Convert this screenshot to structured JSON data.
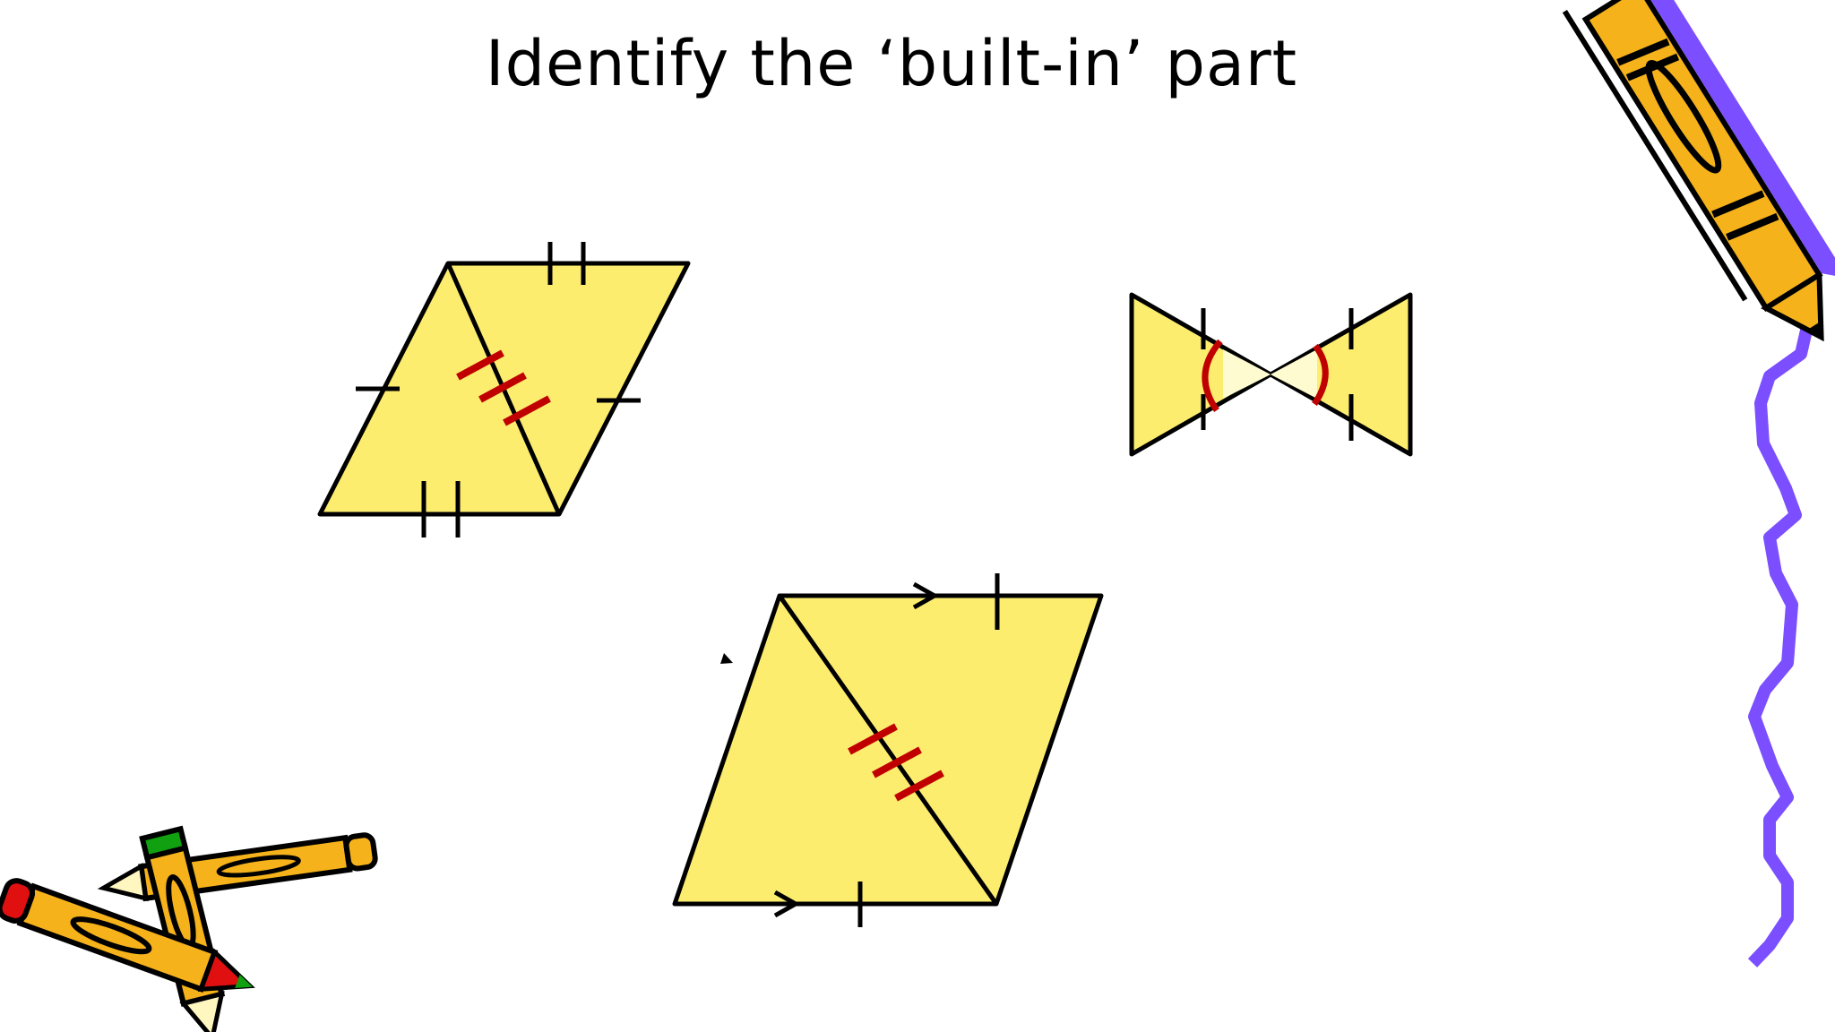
{
  "slide": {
    "title": "Identify the ‘built-in’ part"
  },
  "colors": {
    "shape_fill": "#FDED6F",
    "outline": "#000000",
    "built_in_mark": "#C00000",
    "pencil_body": "#F5B21A",
    "squiggle": "#7B4FFF",
    "eraser_red": "#E01010",
    "eraser_green": "#10A010"
  },
  "figures": [
    {
      "name": "parallelogram-with-diagonal-left",
      "built_in_part": "shared diagonal"
    },
    {
      "name": "bowtie-triangles",
      "built_in_part": "vertical angles"
    },
    {
      "name": "parallelogram-with-diagonal-bottom",
      "built_in_part": "shared diagonal"
    }
  ],
  "icons": [
    "pencil-icon",
    "pencil-icon",
    "pencil-icon",
    "purple-squiggle"
  ]
}
